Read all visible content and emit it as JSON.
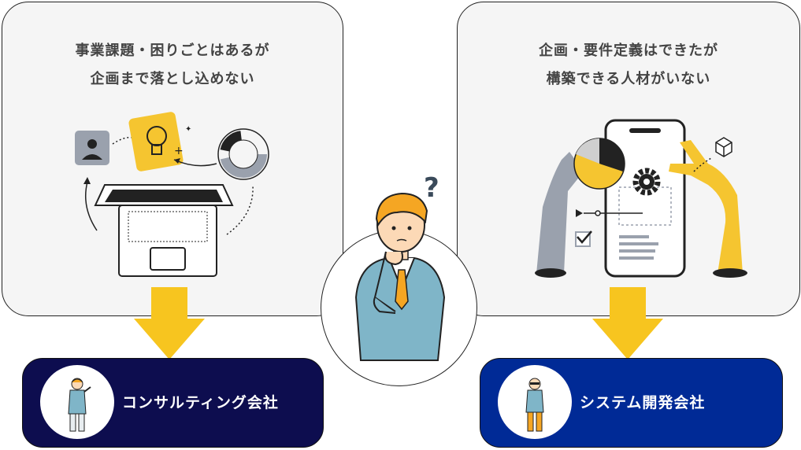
{
  "panels": {
    "left": {
      "line1": "事業課題・困りごとはあるが",
      "line2": "企画まで落とし込めない"
    },
    "right": {
      "line1": "企画・要件定義はできたが",
      "line2": "構築できる人材がいない"
    }
  },
  "companies": {
    "consulting": {
      "label": "コンサルティング会社",
      "color": "#0d0d4f"
    },
    "system": {
      "label": "システム開発会社",
      "color": "#002a96"
    }
  },
  "colors": {
    "arrow": "#f7c51f",
    "accent_yellow": "#f5c530",
    "gray": "#9aa1ad",
    "suit": "#7fb5c8"
  },
  "icons": [
    "laptop-icon",
    "user-card-icon",
    "lightbulb-icon",
    "donut-chart-icon",
    "smartphone-icon",
    "gear-icon",
    "checkbox-icon",
    "cube-icon",
    "question-mark-icon"
  ]
}
